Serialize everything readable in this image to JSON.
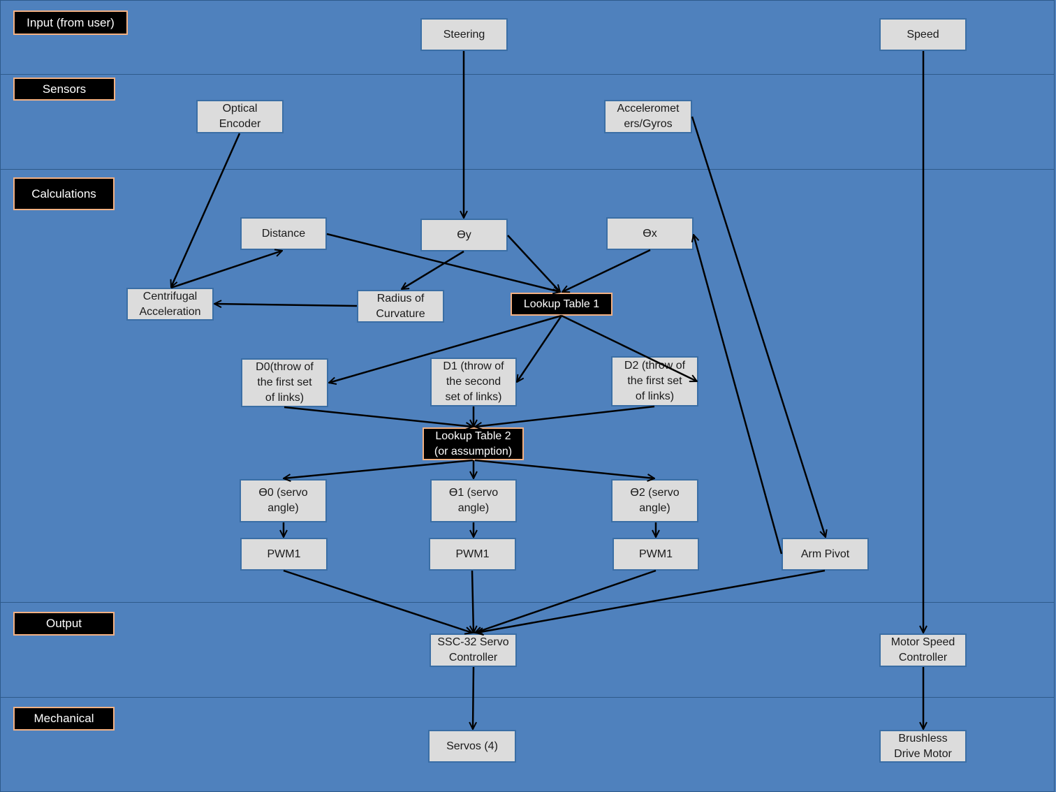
{
  "lanes": {
    "input": "Input (from user)",
    "sensors": "Sensors",
    "calculations": "Calculations",
    "output": "Output",
    "mechanical": "Mechanical"
  },
  "nodes": {
    "steering": "Steering",
    "speed": "Speed",
    "optical_encoder": "Optical\nEncoder",
    "accelerometers": "Acceleromet\ners/Gyros",
    "distance": "Distance",
    "theta_y": "ϴy",
    "theta_x": "ϴx",
    "centrifugal": "Centrifugal\nAcceleration",
    "radius": "Radius of\nCurvature",
    "lookup1": "Lookup Table 1",
    "d0": "D0(throw of\nthe first set\nof links)",
    "d1": "D1 (throw of\nthe second\nset of links)",
    "d2": "D2 (throw of\nthe first set\nof links)",
    "lookup2": "Lookup Table 2\n(or assumption)",
    "theta0": "ϴ0 (servo\nangle)",
    "theta1": "ϴ1 (servo\nangle)",
    "theta2": "ϴ2 (servo\nangle)",
    "pwm_a": "PWM1",
    "pwm_b": "PWM1",
    "pwm_c": "PWM1",
    "arm_pivot": "Arm Pivot",
    "ssc32": "SSC-32 Servo\nController",
    "motor_ctrl": "Motor Speed\nController",
    "servos": "Servos (4)",
    "brushless": "Brushless\nDrive Motor"
  },
  "colors": {
    "background": "#4f81bd",
    "node_fill": "#dcdcdc",
    "node_border": "#3a6ea5",
    "label_fill": "#000000",
    "label_border": "#f4b183",
    "arrow": "#000000"
  }
}
